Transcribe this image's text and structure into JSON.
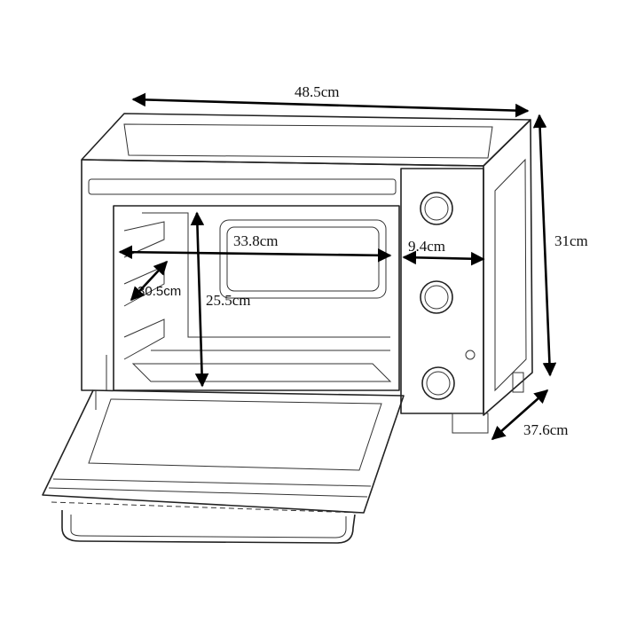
{
  "dimensions": {
    "width": "48.5cm",
    "height": "31cm",
    "depth": "37.6cm",
    "interior_width": "33.8cm",
    "control_panel_width": "9.4cm",
    "interior_height": "25.5cm",
    "interior_depth": "30.5cm"
  },
  "colors": {
    "line": "#222222",
    "background": "#ffffff"
  }
}
